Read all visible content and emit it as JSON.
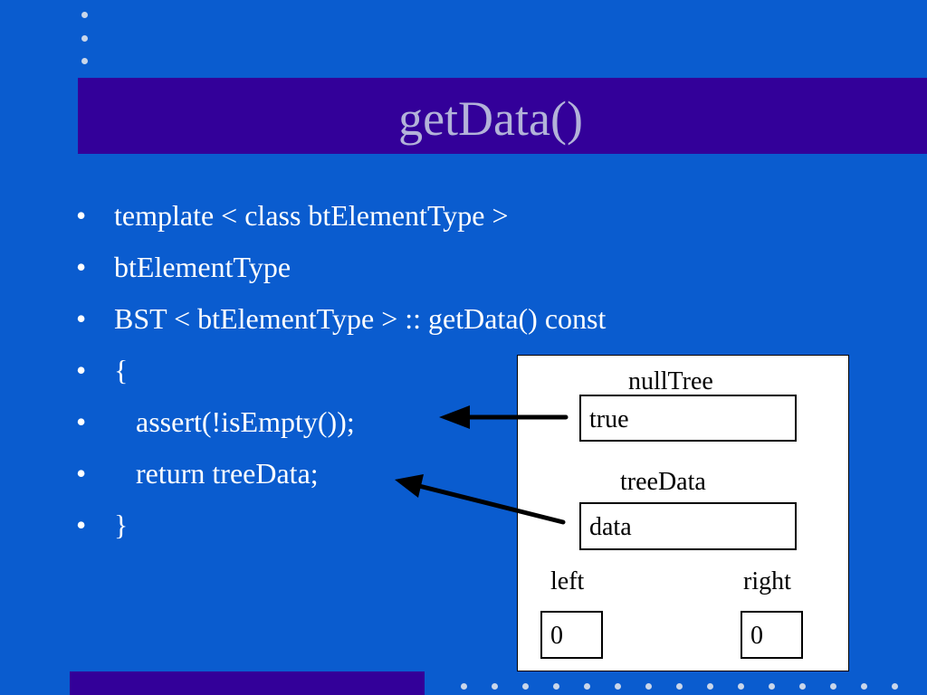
{
  "slide": {
    "title": "getData()",
    "bullet_symbol": "•",
    "bullets": [
      "template < class btElementType >",
      "btElementType",
      "BST < btElementType > :: getData() const",
      "{",
      "   assert(!isEmpty());",
      "   return treeData;",
      "}"
    ]
  },
  "diagram": {
    "null_tree_label": "nullTree",
    "null_tree_value": "true",
    "tree_data_label": "treeData",
    "tree_data_value": "data",
    "left_label": "left",
    "left_value": "0",
    "right_label": "right",
    "right_value": "0"
  },
  "colors": {
    "background": "#0a5ccf",
    "title_bar": "#330099",
    "title_text": "#b3b3d9",
    "body_text": "#ffffff",
    "decoration_dots": "#c9d6ea"
  }
}
